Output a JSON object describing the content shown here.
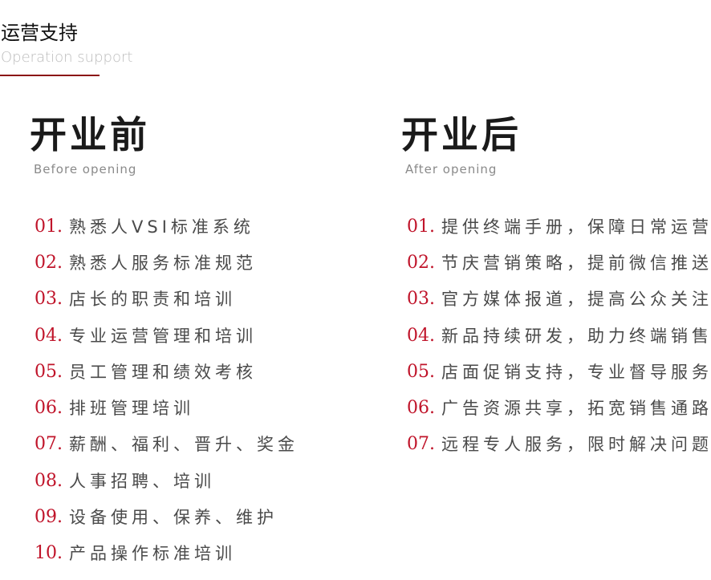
{
  "header": {
    "title": "运营支持",
    "subtitle": "Operation support",
    "accent_color": "#8b1414"
  },
  "before": {
    "title": "开业前",
    "subtitle": "Before opening",
    "items": [
      {
        "num": "01.",
        "text": "熟悉人VSI标准系统"
      },
      {
        "num": "02.",
        "text": "熟悉人服务标准规范"
      },
      {
        "num": "03.",
        "text": "店长的职责和培训"
      },
      {
        "num": "04.",
        "text": "专业运营管理和培训"
      },
      {
        "num": "05.",
        "text": "员工管理和绩效考核"
      },
      {
        "num": "06.",
        "text": "排班管理培训"
      },
      {
        "num": "07.",
        "text": "薪酬、福利、晋升、奖金"
      },
      {
        "num": "08.",
        "text": "人事招聘、培训"
      },
      {
        "num": "09.",
        "text": "设备使用、保养、维护"
      },
      {
        "num": "10.",
        "text": "产品操作标准培训"
      }
    ]
  },
  "after": {
    "title": "开业后",
    "subtitle": "After opening",
    "items": [
      {
        "num": "01.",
        "text": "提供终端手册，保障日常运营"
      },
      {
        "num": "02.",
        "text": "节庆营销策略，提前微信推送"
      },
      {
        "num": "03.",
        "text": "官方媒体报道，提高公众关注"
      },
      {
        "num": "04.",
        "text": "新品持续研发，助力终端销售"
      },
      {
        "num": "05.",
        "text": "店面促销支持，专业督导服务"
      },
      {
        "num": "06.",
        "text": "广告资源共享，拓宽销售通路"
      },
      {
        "num": "07.",
        "text": "远程专人服务，限时解决问题"
      }
    ]
  },
  "colors": {
    "number": "#c0142a",
    "text": "#4a4a4a",
    "heading": "#1a1a1a"
  }
}
